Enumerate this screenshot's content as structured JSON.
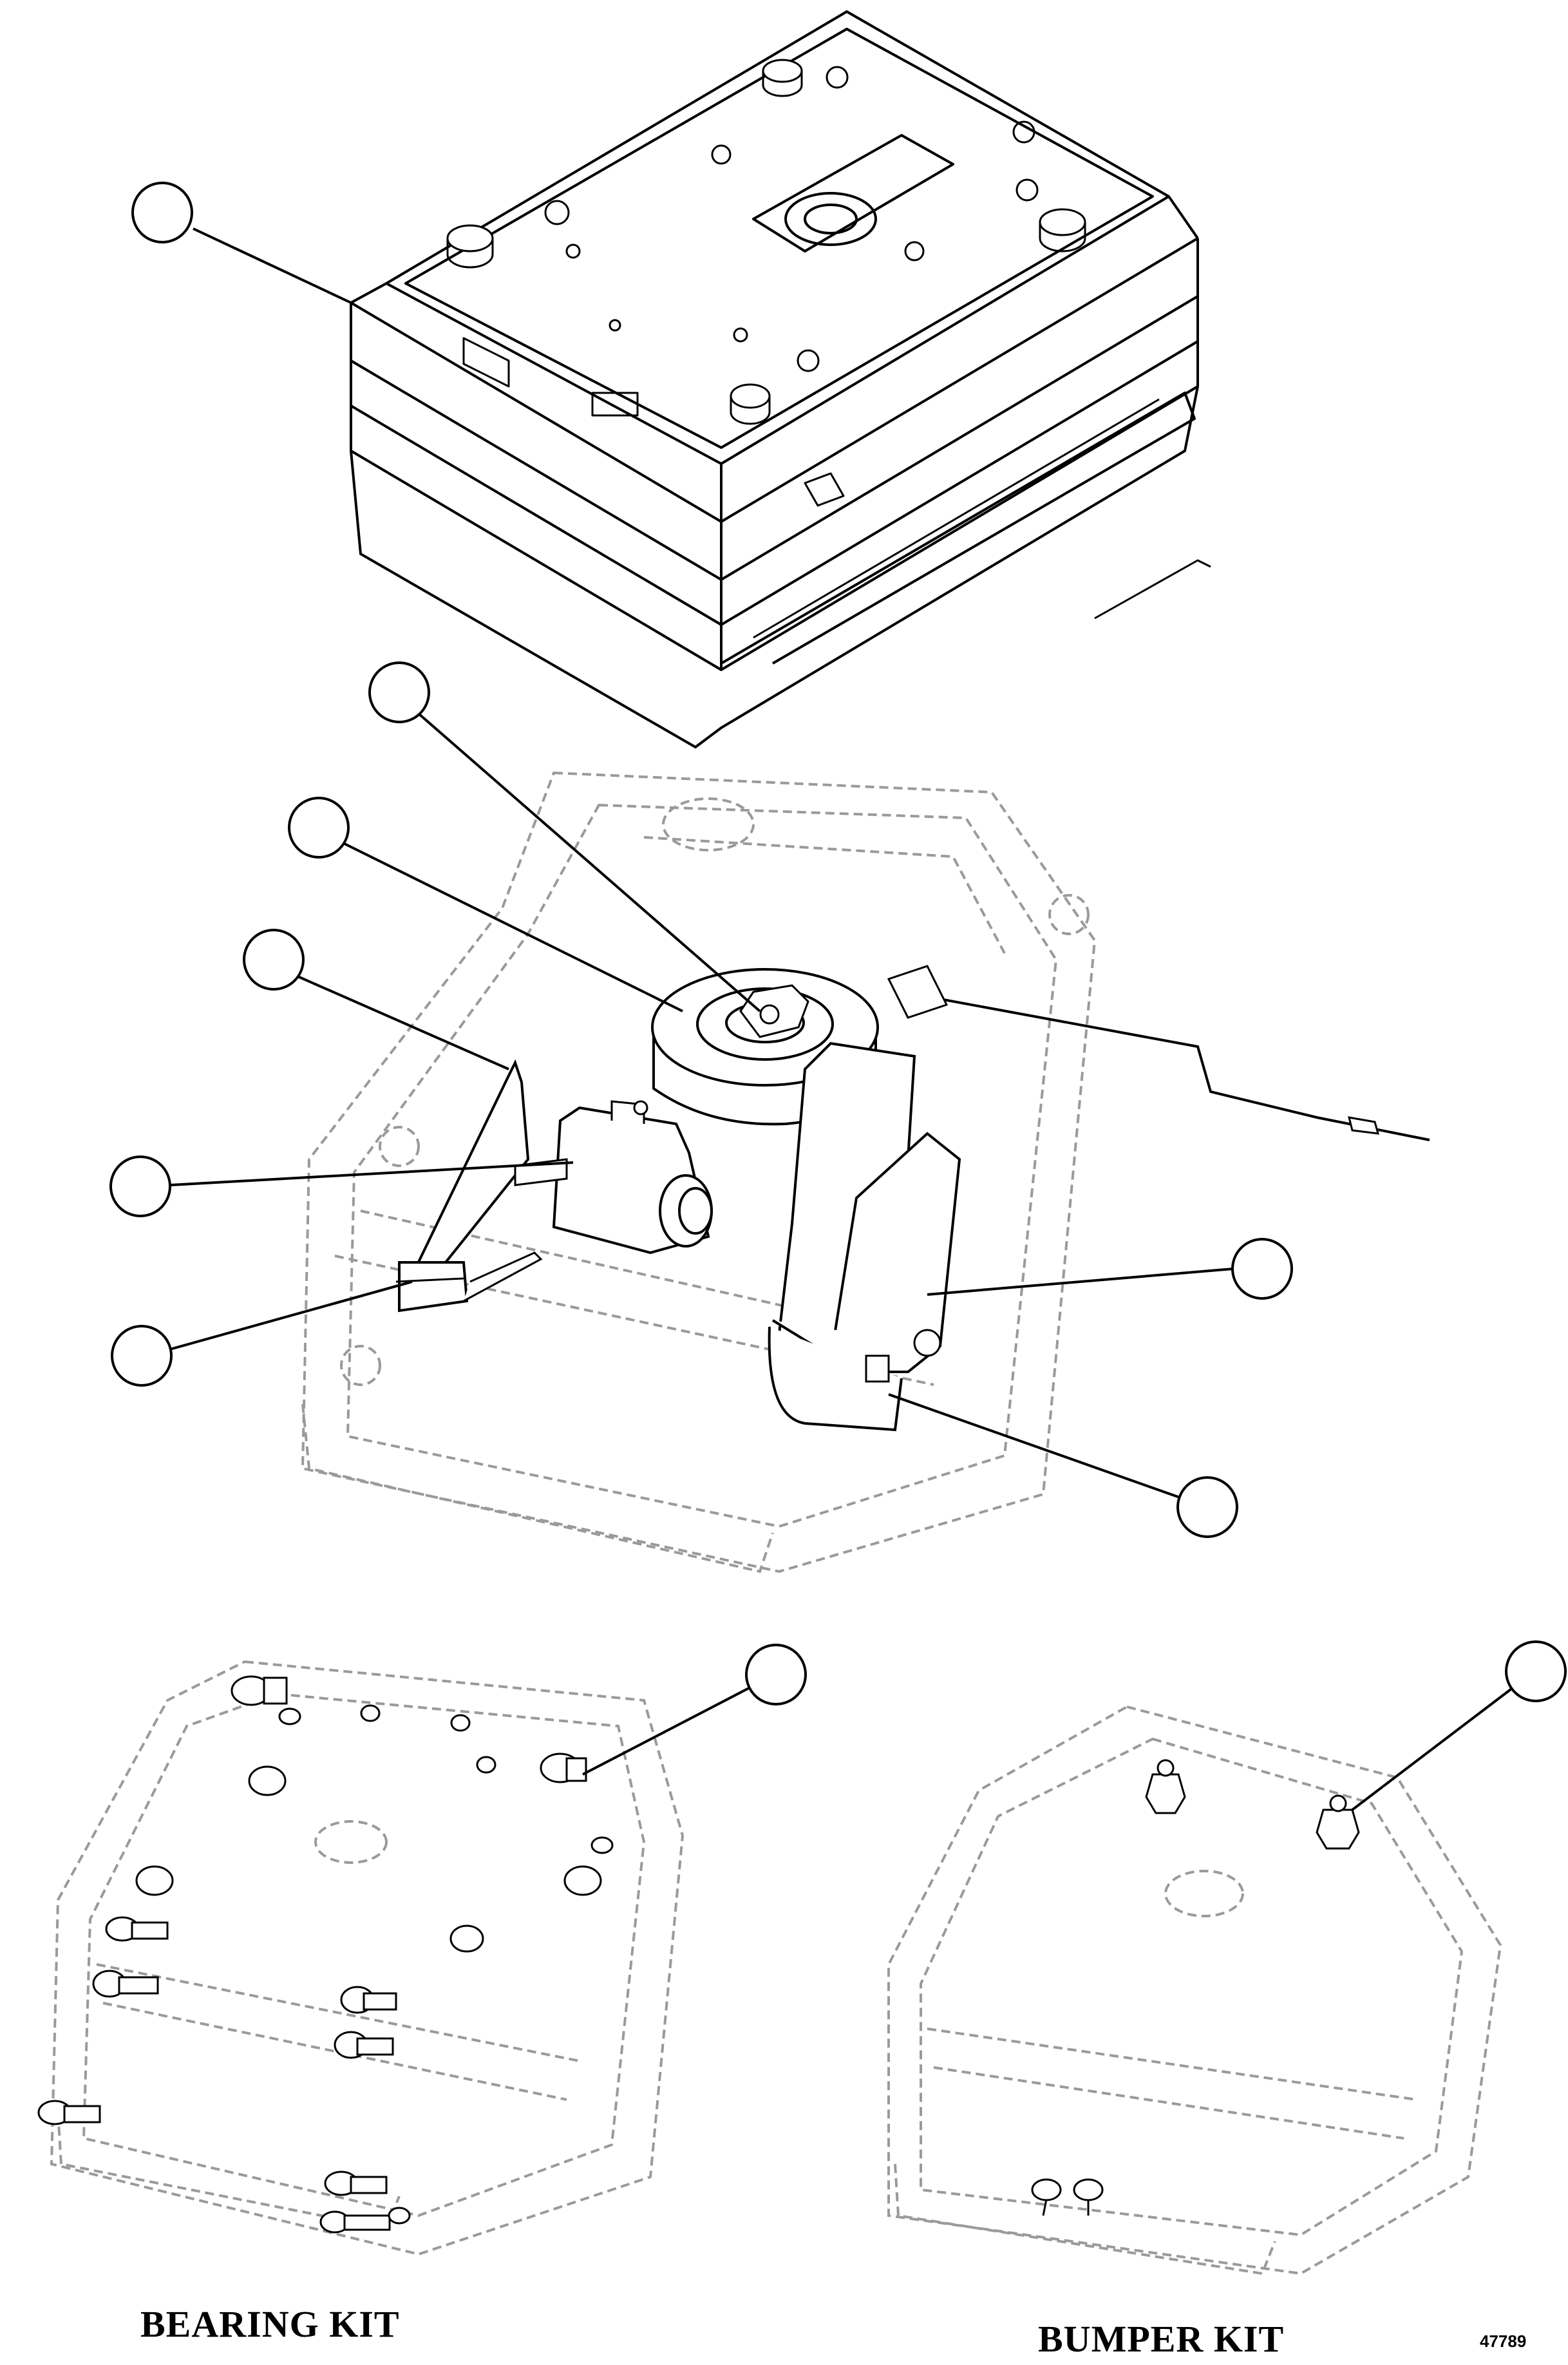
{
  "kits": {
    "bearing_label": "BEARING KIT",
    "bumper_label": "BUMPER KIT"
  },
  "drawing_number": "47789",
  "colors": {
    "line": "#000000",
    "ghost_line": "#9a9a9a",
    "background": "#ffffff"
  },
  "callouts": [
    {
      "id": "callout-seat-assembly",
      "number": ""
    },
    {
      "id": "callout-air-spring-valve",
      "number": ""
    },
    {
      "id": "callout-air-spring",
      "number": ""
    },
    {
      "id": "callout-bracket-rod",
      "number": ""
    },
    {
      "id": "callout-compressor",
      "number": ""
    },
    {
      "id": "callout-pedal-bracket",
      "number": ""
    },
    {
      "id": "callout-shock-absorber",
      "number": ""
    },
    {
      "id": "callout-adjuster-housing",
      "number": ""
    },
    {
      "id": "callout-bearing-kit",
      "number": ""
    },
    {
      "id": "callout-bumper-kit",
      "number": ""
    }
  ]
}
